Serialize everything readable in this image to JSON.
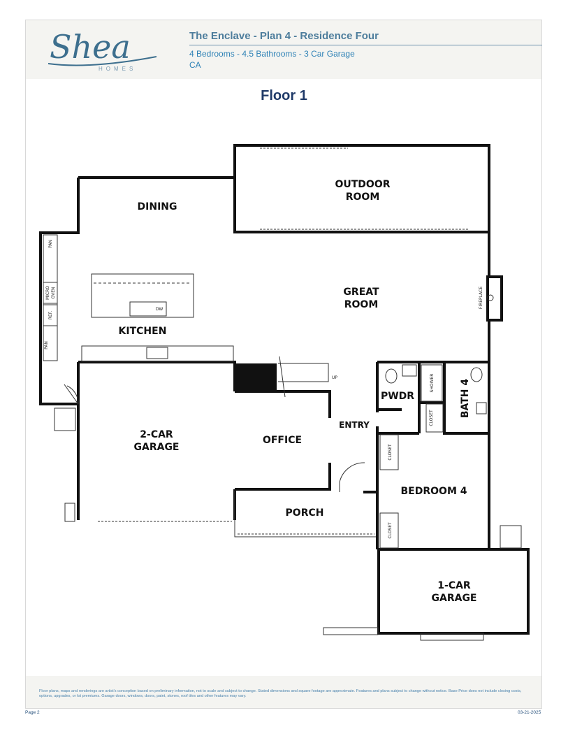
{
  "brand": {
    "name": "Shea",
    "tagline": "HOMES"
  },
  "header": {
    "title": "The Enclave - Plan 4 - Residence Four",
    "specs": "4 Bedrooms - 4.5 Bathrooms - 3 Car Garage",
    "state": "CA"
  },
  "floor_title": "Floor 1",
  "rooms": {
    "outdoor_room_1": "OUTDOOR",
    "outdoor_room_2": "ROOM",
    "dining": "DINING",
    "great_room_1": "GREAT",
    "great_room_2": "ROOM",
    "kitchen": "KITCHEN",
    "garage2_1": "2-CAR",
    "garage2_2": "GARAGE",
    "office": "OFFICE",
    "entry": "ENTRY",
    "pwdr": "PWDR",
    "bath4": "BATH 4",
    "bedroom4": "BEDROOM 4",
    "porch": "PORCH",
    "garage1_1": "1-CAR",
    "garage1_2": "GARAGE"
  },
  "fixtures": {
    "pan": "PAN",
    "micro": "MICRO",
    "oven": "OVEN",
    "ref": "REF.",
    "dw": "DW",
    "fireplace": "FIREPLACE",
    "up": "UP",
    "shower": "SHOWER",
    "closet": "CLOSET"
  },
  "footer": {
    "disclaimer": "Floor plans, maps and renderings are artist's conception based on preliminary information, not to scale and subject to change. Stated dimensions and square footage are approximate. Features and plans subject to change without notice. Base Price does not include closing costs, options, upgrades, or lot premiums. Garage doors, windows, doors, paint, stones, roof tiles and other features may vary.",
    "page": "Page 2",
    "date": "03-21-2025"
  },
  "colors": {
    "heading": "#1f3a68",
    "title": "#4d7d9c",
    "subtitle": "#2f82b6",
    "wall": "#111111",
    "logo": "#3d6f8e"
  }
}
